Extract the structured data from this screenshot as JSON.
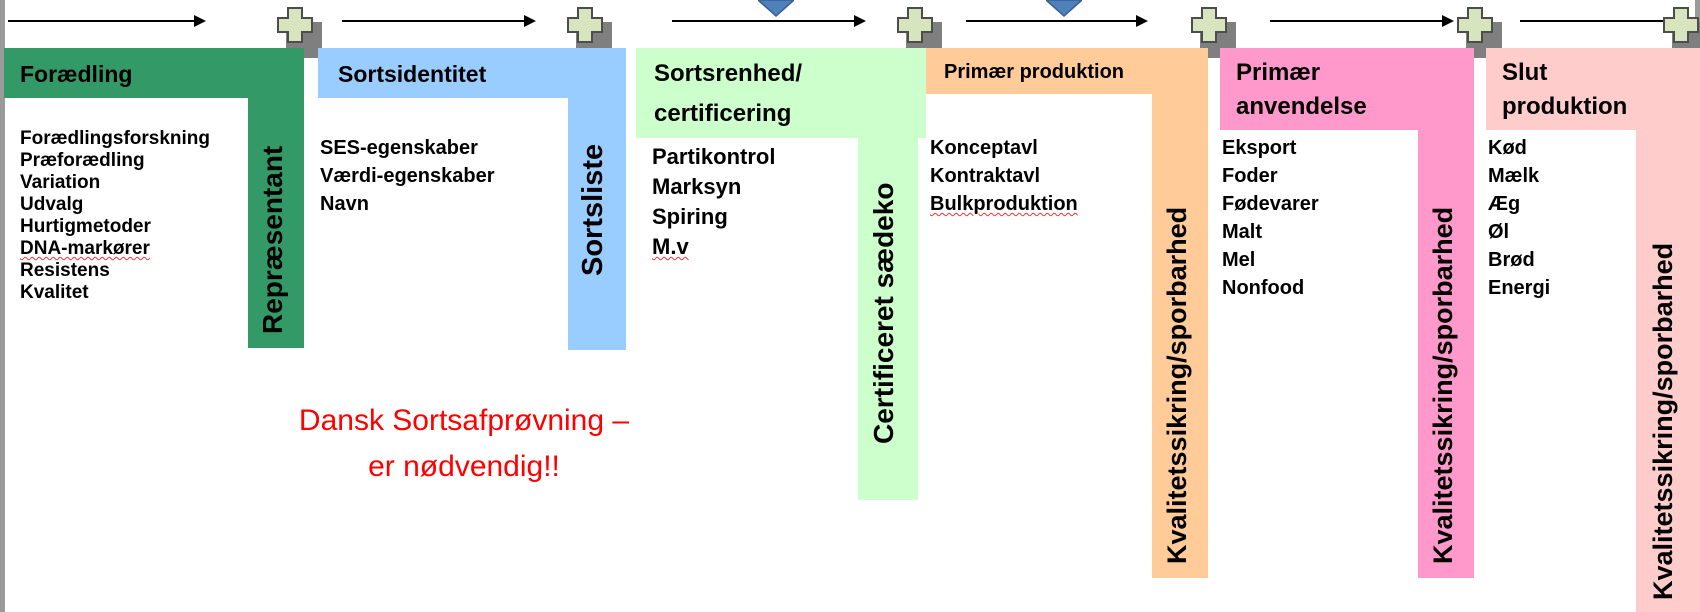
{
  "colors": {
    "forædling": "#339966",
    "sortsidentitet": "#99ccff",
    "sortsrenhed": "#ccffcc",
    "primær_produktion": "#ffcc99",
    "primær_anvendelse": "#ff99cc",
    "slut_produktion": "#ffcccc",
    "note": "#ff0000"
  },
  "columns": [
    {
      "id": "foraedling",
      "header": [
        "Forædling"
      ],
      "items": [
        "Forædlingsforskning",
        "Præforædling",
        "Variation",
        "Udvalg",
        "Hurtigmetoder",
        "DNA-markører",
        "Resistens",
        "Kvalitet"
      ],
      "vertical": "Repræsentant"
    },
    {
      "id": "sortsidentitet",
      "header": [
        "Sortsidentitet"
      ],
      "items": [
        "SES-egenskaber",
        "Værdi-egenskaber",
        "Navn"
      ],
      "vertical": "Sortsliste"
    },
    {
      "id": "sortsrenhed",
      "header": [
        "Sortsrenhed/",
        "certificering"
      ],
      "items": [
        "Partikontrol",
        "Marksyn",
        "Spiring",
        "M.v"
      ],
      "vertical": "Certificeret sædeko"
    },
    {
      "id": "primaer-produktion",
      "header": [
        "Primær produktion"
      ],
      "items": [
        "Konceptavl",
        "Kontraktavl",
        "Bulkproduktion"
      ],
      "vertical": "Kvalitetssikring/sporbarhed"
    },
    {
      "id": "primaer-anvendelse",
      "header": [
        "Primær",
        "anvendelse"
      ],
      "items": [
        "Eksport",
        "Foder",
        "Fødevarer",
        "Malt",
        "Mel",
        "Nonfood"
      ],
      "vertical": "Kvalitetssikring/sporbarhed"
    },
    {
      "id": "slut-produktion",
      "header": [
        "Slut",
        "produktion"
      ],
      "items": [
        "Kød",
        "Mælk",
        "Æg",
        "Øl",
        "Brød",
        "Energi"
      ],
      "vertical": "Kvalitetssikring/sporbarhed"
    }
  ],
  "note": [
    "Dansk Sortsafprøvning –",
    "er nødvendig!!"
  ],
  "icons": [
    "cross-icon",
    "arrow-right-icon",
    "triangle-down-icon"
  ]
}
